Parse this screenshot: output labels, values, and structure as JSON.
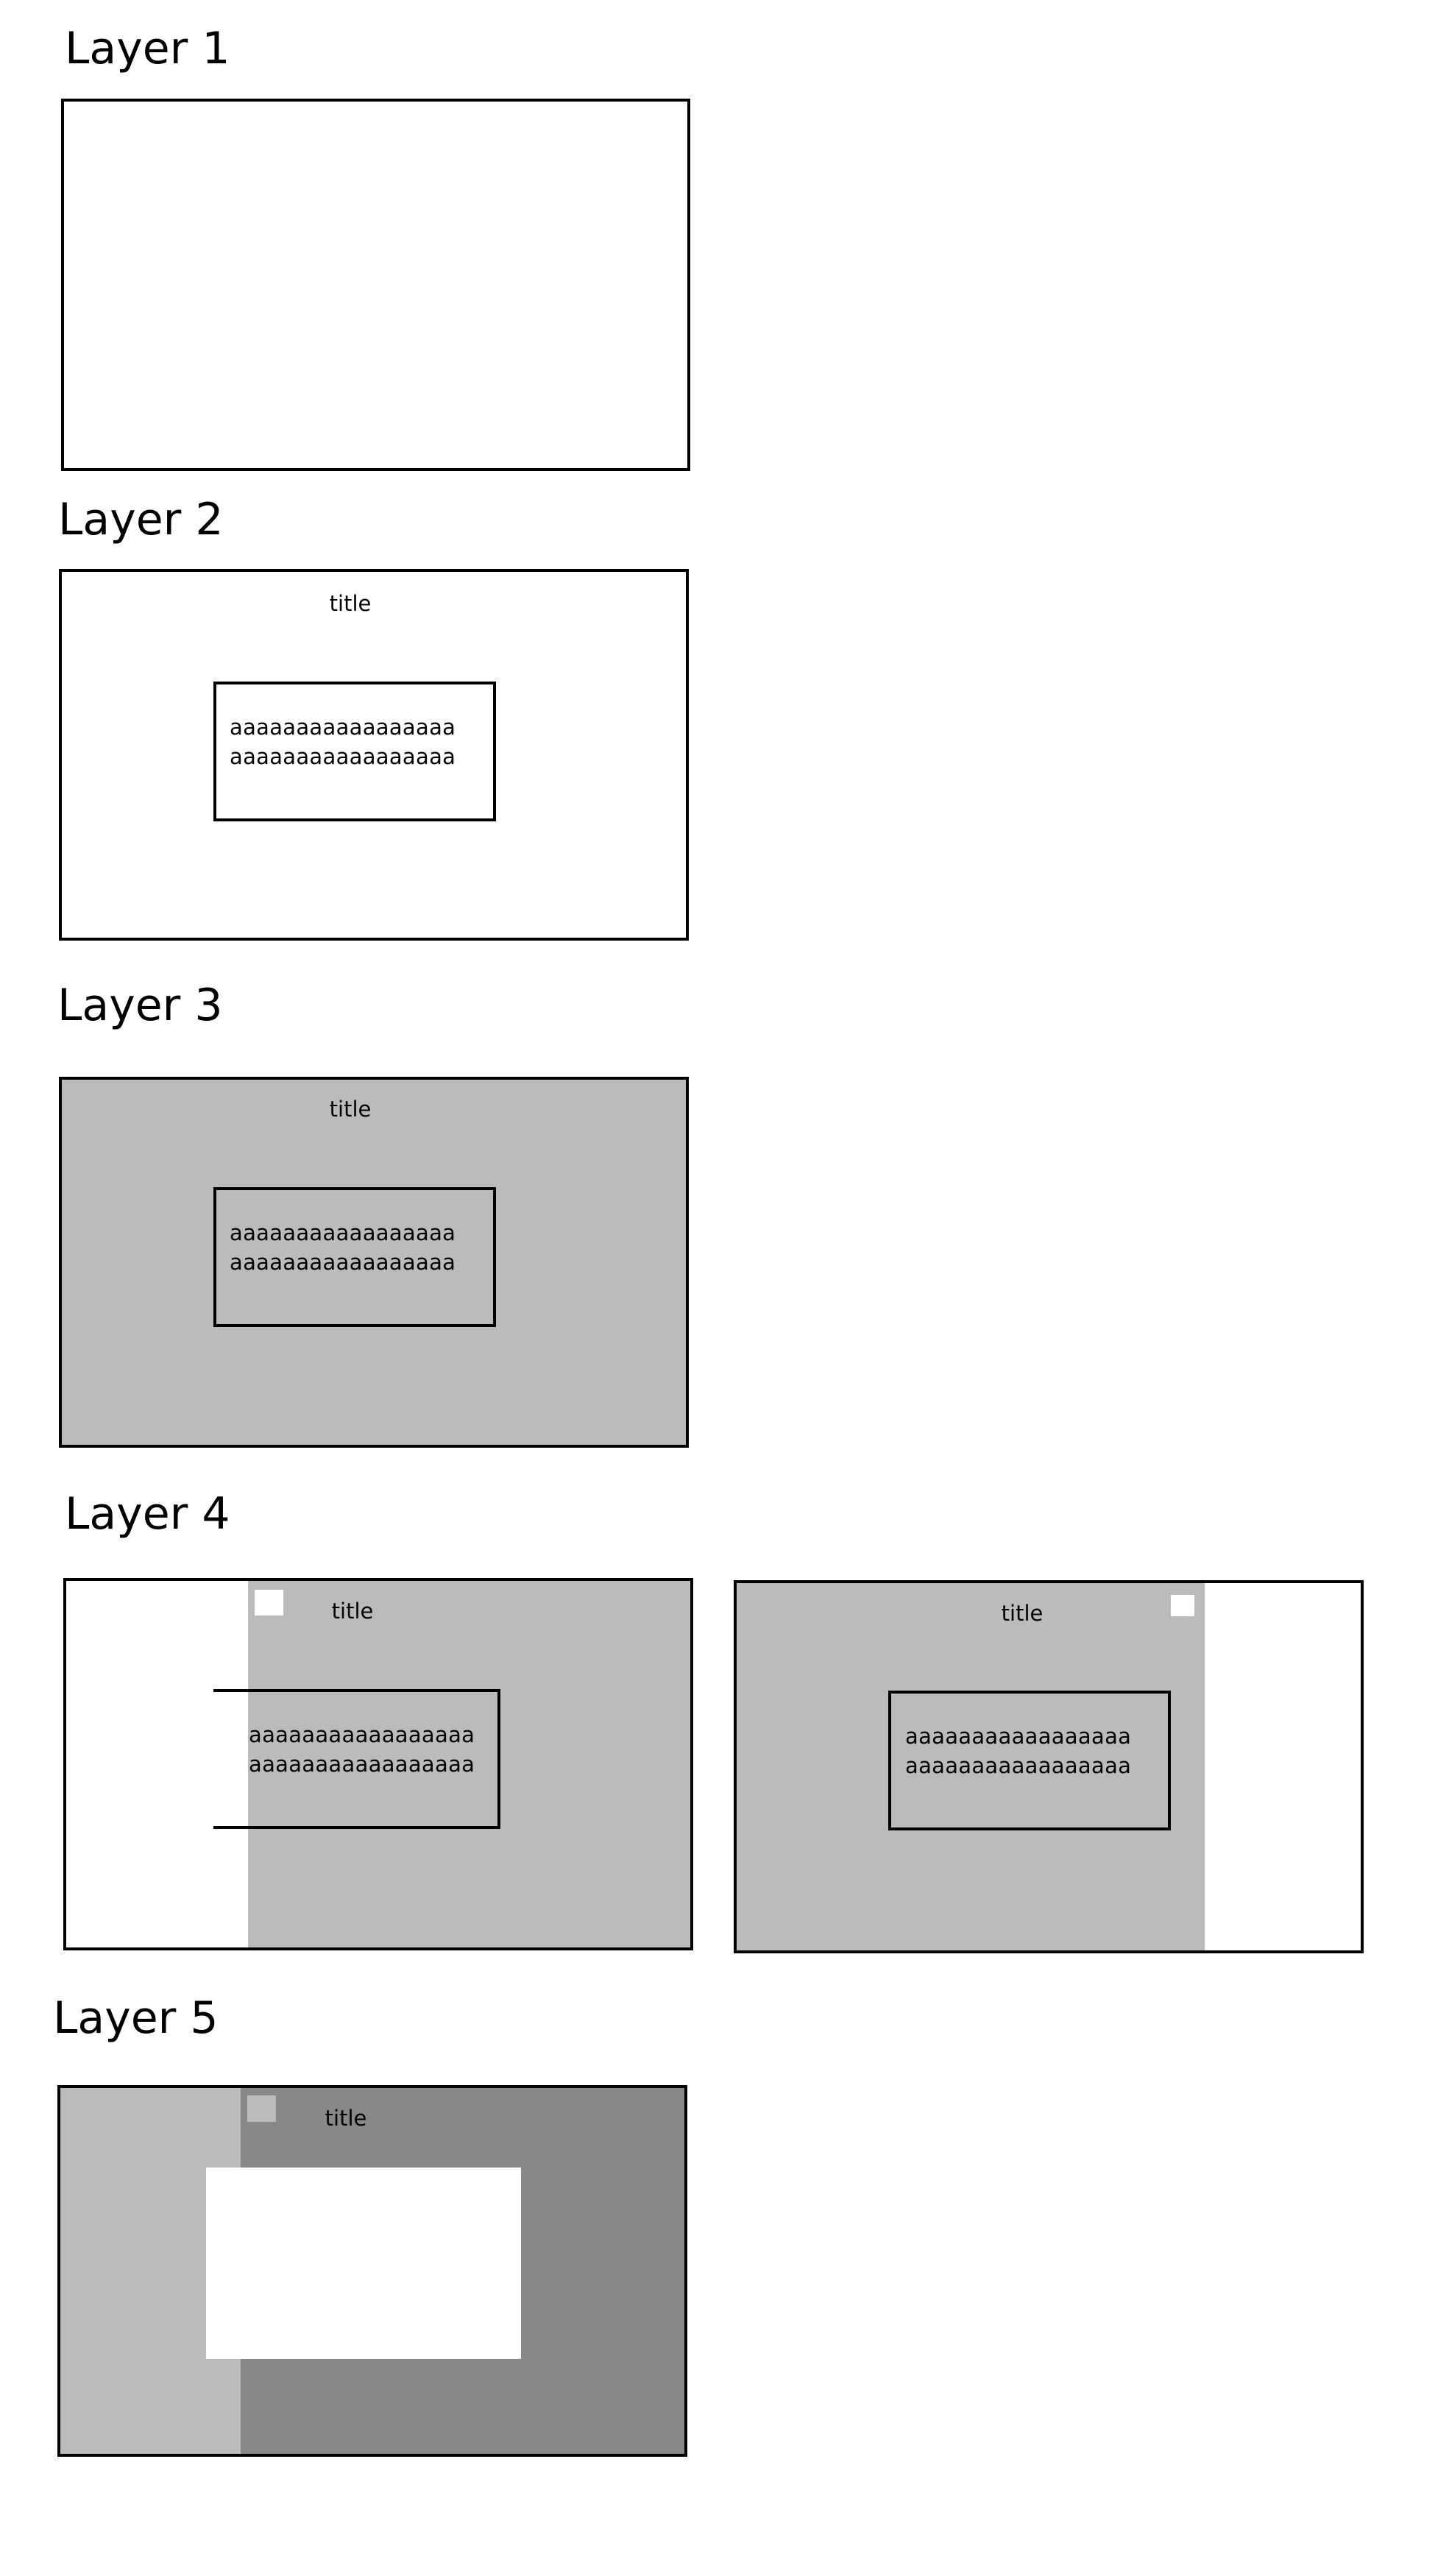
{
  "layers": [
    {
      "heading": "Layer 1"
    },
    {
      "heading": "Layer 2",
      "title": "title",
      "content_lines": [
        "aaaaaaaaaaaaaaaaa",
        "aaaaaaaaaaaaaaaaa"
      ]
    },
    {
      "heading": "Layer 3",
      "title": "title",
      "content_lines": [
        "aaaaaaaaaaaaaaaaa",
        "aaaaaaaaaaaaaaaaa"
      ]
    },
    {
      "heading": "Layer 4",
      "left": {
        "title": "title",
        "content_lines": [
          "aaaaaaaaaaaaaaaaa",
          "aaaaaaaaaaaaaaaaa"
        ]
      },
      "right": {
        "title": "title",
        "content_lines": [
          "aaaaaaaaaaaaaaaaa",
          "aaaaaaaaaaaaaaaaa"
        ]
      }
    },
    {
      "heading": "Layer 5",
      "title": "title"
    }
  ],
  "colors": {
    "border": "#000000",
    "light_gray": "#bbbbbb",
    "dark_gray": "#888888",
    "white": "#ffffff"
  }
}
